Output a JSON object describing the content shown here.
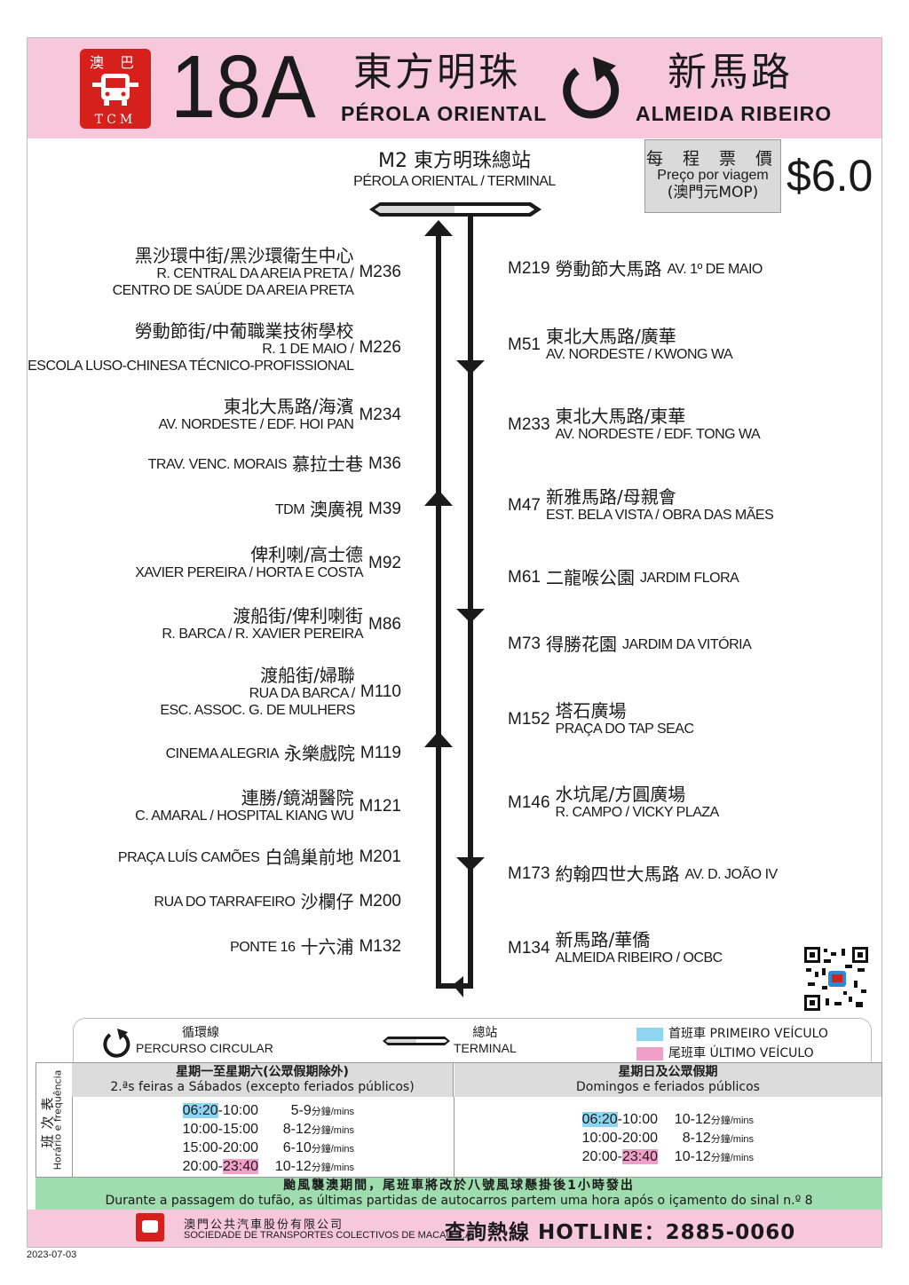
{
  "header": {
    "logo_top": "澳巴",
    "logo_bottom": "TCM",
    "route": "18A",
    "origin_zh": "東方明珠",
    "origin_pt": "PÉROLA ORIENTAL",
    "dest_zh": "新馬路",
    "dest_pt": "ALMEIDA RIBEIRO",
    "loop_icon": "circular-arrow-icon"
  },
  "terminal": {
    "zh": "M2 東方明珠總站",
    "pt": "PÉROLA ORIENTAL / TERMINAL"
  },
  "fare": {
    "zh": "每 程 票 價",
    "pt": "Preço por viagem",
    "unit": "(澳門元MOP)",
    "amount": "$6.0"
  },
  "left_stops": [
    {
      "zh": "黑沙環中街/黑沙環衛生中心",
      "pt1": "R. CENTRAL DA AREIA PRETA /",
      "pt2": "CENTRO DE SAÚDE DA AREIA PRETA",
      "code": "M236"
    },
    {
      "zh": "勞動節街/中葡職業技術學校",
      "pt1": "R. 1 DE MAIO /",
      "pt2": "ESCOLA LUSO-CHINESA TÉCNICO-PROFISSIONAL",
      "code": "M226"
    },
    {
      "zh": "東北大馬路/海濱",
      "pt1": "AV. NORDESTE / EDF. HOI PAN",
      "pt2": "",
      "code": "M234"
    },
    {
      "zh": "慕拉士巷",
      "pt1": "TRAV. VENC. MORAIS",
      "pt2": "",
      "code": "M36"
    },
    {
      "zh": "澳廣視",
      "pt1": "TDM",
      "pt2": "",
      "code": "M39"
    },
    {
      "zh": "俾利喇/高士德",
      "pt1": "XAVIER PEREIRA / HORTA E COSTA",
      "pt2": "",
      "code": "M92"
    },
    {
      "zh": "渡船街/俾利喇街",
      "pt1": "R. BARCA / R. XAVIER PEREIRA",
      "pt2": "",
      "code": "M86"
    },
    {
      "zh": "渡船街/婦聯",
      "pt1": "RUA DA BARCA /",
      "pt2": "ESC. ASSOC. G. DE MULHERS",
      "code": "M110"
    },
    {
      "zh": "永樂戲院",
      "pt1": "CINEMA ALEGRIA",
      "pt2": "",
      "code": "M119"
    },
    {
      "zh": "連勝/鏡湖醫院",
      "pt1": "C. AMARAL / HOSPITAL KIANG WU",
      "pt2": "",
      "code": "M121"
    },
    {
      "zh": "白鴿巢前地",
      "pt1": "PRAÇA LUÍS CAMÕES",
      "pt2": "",
      "code": "M201"
    },
    {
      "zh": "沙欄仔",
      "pt1": "RUA DO TARRAFEIRO",
      "pt2": "",
      "code": "M200"
    },
    {
      "zh": "十六浦",
      "pt1": "PONTE 16",
      "pt2": "",
      "code": "M132"
    }
  ],
  "right_stops": [
    {
      "code": "M219",
      "zh": "勞動節大馬路",
      "pt": "AV. 1º DE MAIO"
    },
    {
      "code": "M51",
      "zh": "東北大馬路/廣華",
      "pt": "AV. NORDESTE / KWONG WA"
    },
    {
      "code": "M233",
      "zh": "東北大馬路/東華",
      "pt": "AV. NORDESTE / EDF. TONG WA"
    },
    {
      "code": "M47",
      "zh": "新雅馬路/母親會",
      "pt": "EST. BELA VISTA / OBRA DAS MÃES"
    },
    {
      "code": "M61",
      "zh": "二龍喉公園",
      "pt": "JARDIM FLORA"
    },
    {
      "code": "M73",
      "zh": "得勝花園",
      "pt": "JARDIM DA VITÓRIA"
    },
    {
      "code": "M152",
      "zh": "塔石廣場",
      "pt": "PRAÇA DO TAP SEAC"
    },
    {
      "code": "M146",
      "zh": "水坑尾/方圓廣場",
      "pt": "R. CAMPO / VICKY PLAZA"
    },
    {
      "code": "M173",
      "zh": "約翰四世大馬路",
      "pt": "AV. D. JOÃO IV"
    },
    {
      "code": "M134",
      "zh": "新馬路/華僑",
      "pt": "ALMEIDA RIBEIRO / OCBC"
    }
  ],
  "legend": {
    "circular_zh": "循環線",
    "circular_pt": "PERCURSO CIRCULAR",
    "terminal_zh": "總站",
    "terminal_pt": "TERMINAL",
    "first_label": "首班車 PRIMEIRO VEÍCULO",
    "last_label": "尾班車 ÚLTIMO VEÍCULO",
    "first_color": "#8ed5f2",
    "last_color": "#f0a0c8"
  },
  "timetable": {
    "side_zh": "班次表",
    "side_pt": "Horário e frequência",
    "weekday_zh": "星期一至星期六(公眾假期除外)",
    "weekday_pt": "2.ªs feiras a Sábados (excepto feriados públicos)",
    "holiday_zh": "星期日及公眾假期",
    "holiday_pt": "Domingos e feriados públicos",
    "weekday_rows": [
      {
        "first": "06:20",
        "rest": "-10:00",
        "freq": "5-9"
      },
      {
        "first": "",
        "rest": "10:00-15:00",
        "freq": "8-12"
      },
      {
        "first": "",
        "rest": "15:00-20:00",
        "freq": "6-10"
      },
      {
        "first": "",
        "rest": "20:00-",
        "last": "23:40",
        "freq": "10-12"
      }
    ],
    "holiday_rows": [
      {
        "first": "06:20",
        "rest": "-10:00",
        "freq": "10-12"
      },
      {
        "first": "",
        "rest": "10:00-20:00",
        "freq": "8-12"
      },
      {
        "first": "",
        "rest": "20:00-",
        "last": "23:40",
        "freq": "10-12"
      }
    ],
    "unit": "分鐘/mins"
  },
  "notice": {
    "zh": "颱風襲澳期間，尾班車將改於八號風球懸掛後1小時發出",
    "pt": "Durante a passagem do tufão, as últimas partidas de autocarros partem uma hora após o içamento do sinal n.º 8"
  },
  "footer": {
    "company_zh": "澳門公共汽車股份有限公司",
    "company_pt": "SOCIEDADE DE TRANSPORTES COLECTIVOS DE MACAU S.A.",
    "hotline": "查詢熱線 HOTLINE：2885-0060"
  },
  "date": "2023-07-03"
}
